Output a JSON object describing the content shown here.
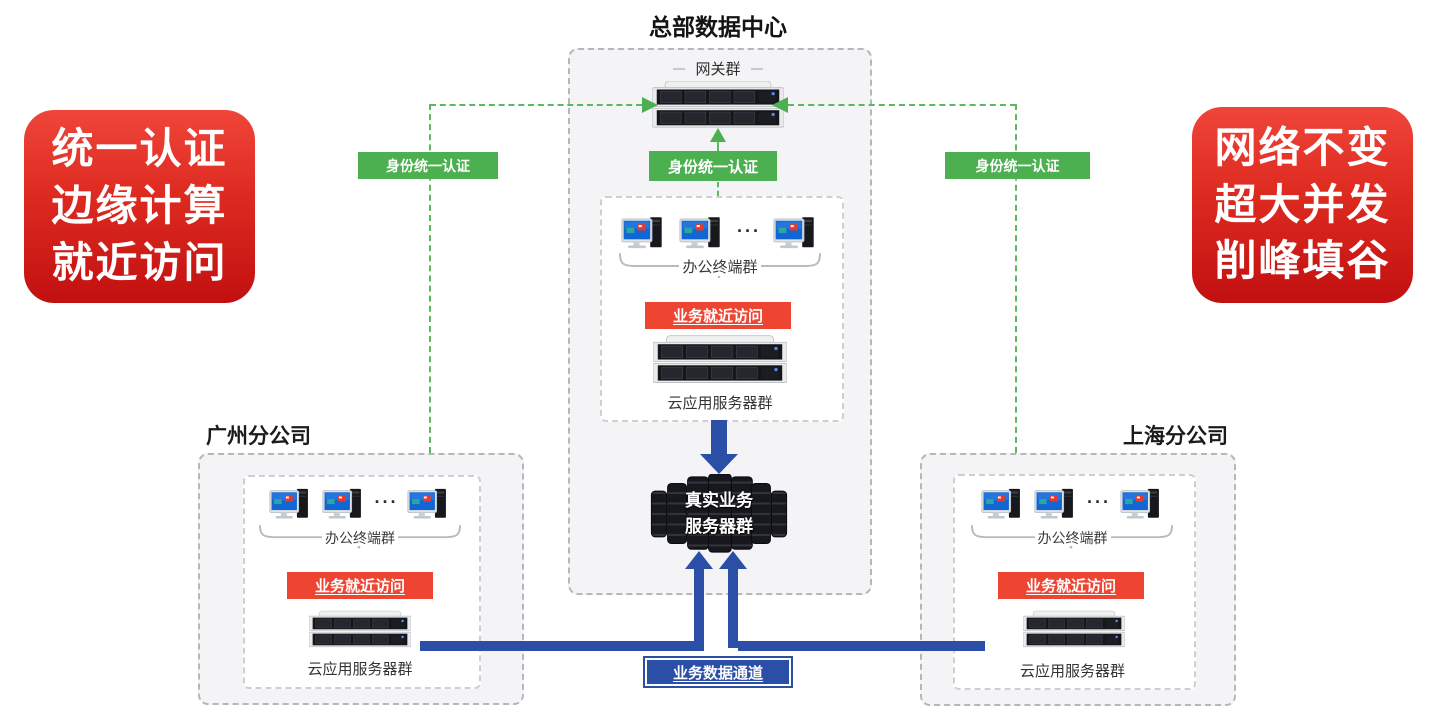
{
  "banners": {
    "left": {
      "lines": [
        "统一认证",
        "边缘计算",
        "就近访问"
      ]
    },
    "right": {
      "lines": [
        "网络不变",
        "超大并发",
        "削峰填谷"
      ]
    }
  },
  "hq": {
    "title": "总部数据中心",
    "gateway_label": "网关群",
    "auth_badges": {
      "left": "身份统一认证",
      "center": "身份统一认证",
      "right": "身份统一认证"
    },
    "office": {
      "terminal_label": "办公终端群",
      "dots": "···",
      "access_badge": "业务就近访问",
      "server_label": "云应用服务器群"
    },
    "core_server": {
      "line1": "真实业务",
      "line2": "服务器群"
    }
  },
  "branches": {
    "guangzhou": {
      "title": "广州分公司",
      "office": {
        "terminal_label": "办公终端群",
        "dots": "···",
        "access_badge": "业务就近访问",
        "server_label": "云应用服务器群"
      }
    },
    "shanghai": {
      "title": "上海分公司",
      "office": {
        "terminal_label": "办公终端群",
        "dots": "···",
        "access_badge": "业务就近访问",
        "server_label": "云应用服务器群"
      }
    }
  },
  "channel": {
    "label": "业务数据通道"
  },
  "colors": {
    "green": "#4caf50",
    "badge_red": "#ee4532",
    "blue": "#2b4fa7",
    "banner_red_top": "#f0453a",
    "banner_red_bottom": "#c11010",
    "box_fill": "#f4f4f6",
    "box_border": "#b4b8bb"
  }
}
